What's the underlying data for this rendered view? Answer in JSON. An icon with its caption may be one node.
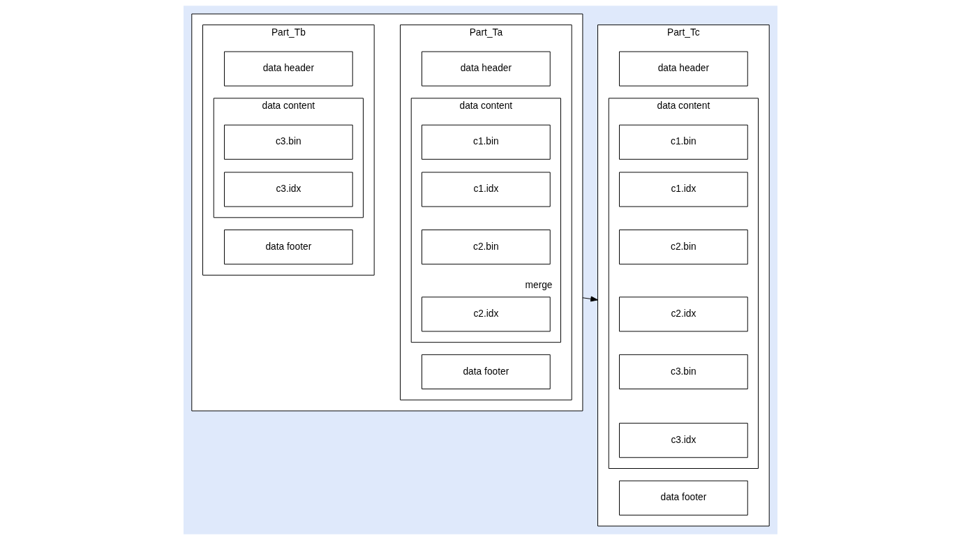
{
  "diagram": {
    "nodes": [
      {
        "text": [],
        "shape": "box"
      },
      {
        "text": [
          "Part_Ta"
        ],
        "in": 0
      },
      {
        "text": [
          "data header"
        ],
        "in": 1
      },
      {
        "text": [
          "data content"
        ],
        "in": 1
      },
      {
        "text": [
          "c1.bin"
        ],
        "in": 3
      },
      {
        "text": [
          "c1.idx"
        ],
        "in": 3
      },
      {
        "text": [
          "c2.bin"
        ],
        "in": 3
      },
      {
        "text": [
          "c2.idx"
        ],
        "in": 3
      },
      {
        "text": [
          "data footer"
        ],
        "in": 1
      },
      {
        "text": [
          "Part_Tb"
        ],
        "in": 0
      },
      {
        "text": [
          "data header"
        ],
        "in": 9
      },
      {
        "text": [
          "data content"
        ],
        "in": 9
      },
      {
        "text": [
          "c3.bin"
        ],
        "in": 11
      },
      {
        "text": [
          "c3.idx"
        ],
        "in": 11
      },
      {
        "text": [
          "data footer"
        ],
        "in": 9
      },
      {
        "text": [
          "Part_Tc"
        ]
      },
      {
        "text": [
          "data header"
        ],
        "in": 15
      },
      {
        "text": [
          "data content"
        ],
        "in": 15
      },
      {
        "text": [
          "c1.bin"
        ],
        "in": 17
      },
      {
        "text": [
          "c1.idx"
        ],
        "in": 17
      },
      {
        "text": [
          "c2.bin"
        ],
        "in": 17
      },
      {
        "text": [
          "c2.idx"
        ],
        "in": 17
      },
      {
        "text": [
          "c3.bin"
        ],
        "in": 17
      },
      {
        "text": [
          "c3.idx"
        ],
        "in": 17
      },
      {
        "text": [
          "data footer"
        ],
        "in": 15
      }
    ],
    "edges": [
      {
        "from": 0,
        "to": 15,
        "arrow": "to",
        "label": "merge"
      }
    ]
  }
}
